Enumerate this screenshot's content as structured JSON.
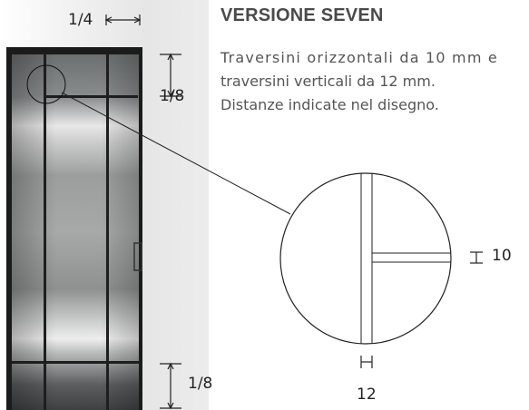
{
  "title": "VERSIONE SEVEN",
  "description": [
    "Traversini orizzontali da 10 mm e",
    "traversini verticali da 12 mm.",
    "Distanze indicate nel disegno."
  ],
  "dimensions": {
    "top_width": "1/4",
    "top_height": "1/8",
    "bottom_height": "1/8",
    "horizontal_bar": "10",
    "vertical_bar": "12"
  }
}
